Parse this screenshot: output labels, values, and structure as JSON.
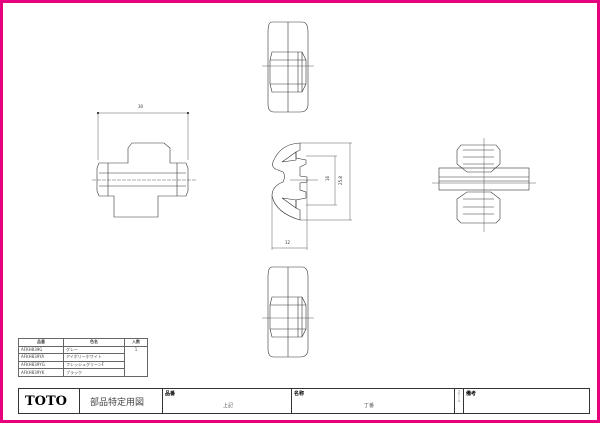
{
  "dimensions": {
    "width_30": "30",
    "height_16": "16",
    "height_25_8": "25.8",
    "width_12": "12"
  },
  "parts_table": {
    "headers": [
      "品番",
      "色名",
      "入数"
    ],
    "rows": [
      {
        "part_no": "AFKH839G",
        "color": "グレー"
      },
      {
        "part_no": "AFKH839YA",
        "color": "アイボリーホワイト"
      },
      {
        "part_no": "AFKH839YG",
        "color": "フレッシュグリーンF"
      },
      {
        "part_no": "AFKH839YK",
        "color": "ブラック"
      }
    ],
    "quantity": "1"
  },
  "title_block": {
    "logo": "TOTO",
    "drawing_type": "部品特定用図",
    "part_no_label": "品番",
    "part_no_value": "上記",
    "name_label": "名称",
    "name_value": "丁番",
    "scale_label": "スケール",
    "remarks_label": "備考"
  },
  "colors": {
    "border": "#e6007e",
    "line": "#333333"
  }
}
